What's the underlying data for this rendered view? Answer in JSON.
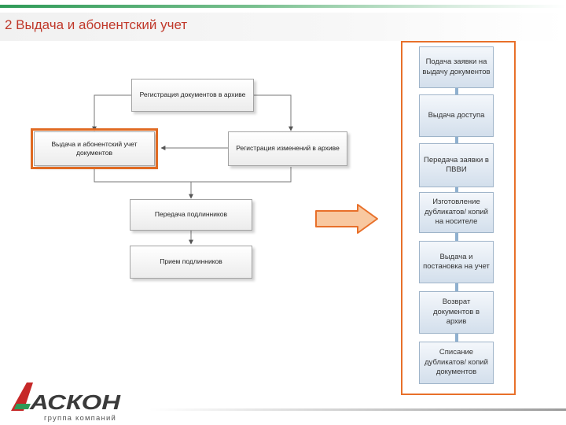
{
  "header": {
    "title": "2 Выдача и абонентский учет"
  },
  "left_flow": {
    "registration": "Регистрация документов в архиве",
    "issue_accounting": "Выдача и абонентский учет документов",
    "change_registration": "Регистрация изменений в архиве",
    "originals_transfer": "Передача подлинников",
    "originals_acceptance": "Прием подлинников"
  },
  "right_flow": {
    "steps": [
      "Подача заявки на выдачу документов",
      "Выдача доступа",
      "Передача заявки в ПВВИ",
      "Изготовление дубликатов/ копий на носителе",
      "Выдача и постановка на учет",
      "Возврат документов в архив",
      "Списание дубликатов/ копий документов"
    ]
  },
  "logo": {
    "name": "АСКОН",
    "subtitle": "группа компаний"
  },
  "colors": {
    "title": "#c0392b",
    "accent_orange": "#e8702a",
    "brand_green": "#2e9a57",
    "logo_red": "#c62828"
  }
}
